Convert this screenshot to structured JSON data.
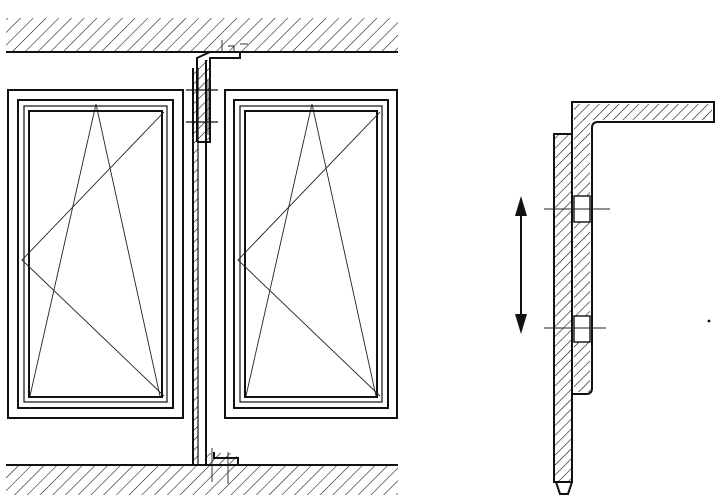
{
  "drawing": {
    "elevation": {
      "windows": [
        {
          "name": "window-left",
          "opening": "left-hinged-tilt"
        },
        {
          "name": "window-right",
          "opening": "left-hinged-tilt"
        }
      ],
      "components": [
        "ceiling-slab",
        "floor-slab",
        "mullion-profile",
        "top-bracket",
        "bottom-bracket"
      ]
    },
    "detail": {
      "components": [
        "angle-bracket-section",
        "slotted-plate",
        "adjustment-arrow",
        "fastener-axis-upper",
        "fastener-axis-lower"
      ]
    },
    "colors": {
      "line": "#111111",
      "background": "#ffffff"
    }
  }
}
